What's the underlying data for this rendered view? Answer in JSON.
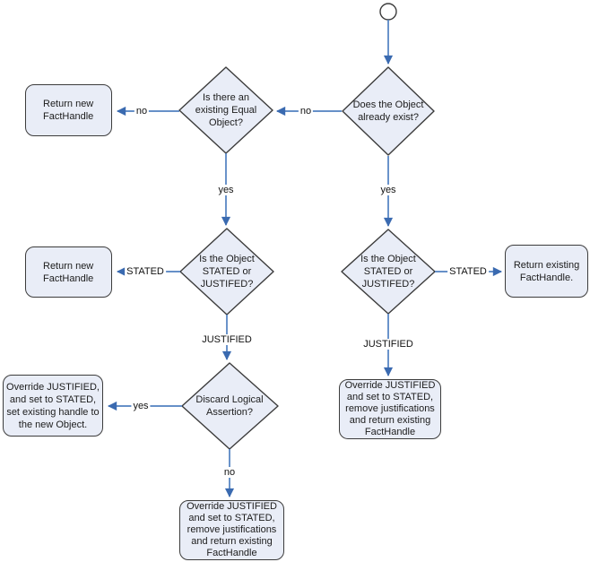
{
  "diagram": {
    "type": "flowchart",
    "colors": {
      "node_fill": "#e9edf7",
      "node_border": "#3c3c3c",
      "arrow_line": "#5080c0",
      "arrow_head": "#3a6ab0",
      "text": "#1c1c1c",
      "background": "#ffffff"
    },
    "nodes": {
      "start": {
        "type": "start-circle"
      },
      "exists": {
        "label": "Does the Object\nalready exist?"
      },
      "equal": {
        "label": "Is there an\nexisting Equal\nObject?"
      },
      "stated_left": {
        "label": "Is the Object\nSTATED or\nJUSTIFED?"
      },
      "stated_right": {
        "label": "Is the Object\nSTATED or\nJUSTIFED?"
      },
      "discard": {
        "label": "Discard Logical\nAssertion?"
      },
      "return_new_1": {
        "label": "Return new\nFactHandle"
      },
      "return_new_2": {
        "label": "Return new\nFactHandle"
      },
      "return_existing": {
        "label": "Return existing\nFactHandle."
      },
      "override_new_object": {
        "label": "Override JUSTIFIED,\nand set to STATED,\nset existing handle to\nthe new Object."
      },
      "override_return_bottom": {
        "label": "Override JUSTIFIED\nand set to STATED,\nremove justifications\nand return existing\nFactHandle"
      },
      "override_return_right": {
        "label": "Override JUSTIFIED\nand set to STATED,\nremove justifications\nand return existing\nFactHandle"
      }
    },
    "edge_labels": {
      "exists_no": "no",
      "exists_yes": "yes",
      "equal_no": "no",
      "equal_yes": "yes",
      "stated_left_stated": "STATED",
      "stated_left_justified": "JUSTIFIED",
      "stated_right_stated": "STATED",
      "stated_right_justified": "JUSTIFIED",
      "discard_yes": "yes",
      "discard_no": "no"
    }
  }
}
